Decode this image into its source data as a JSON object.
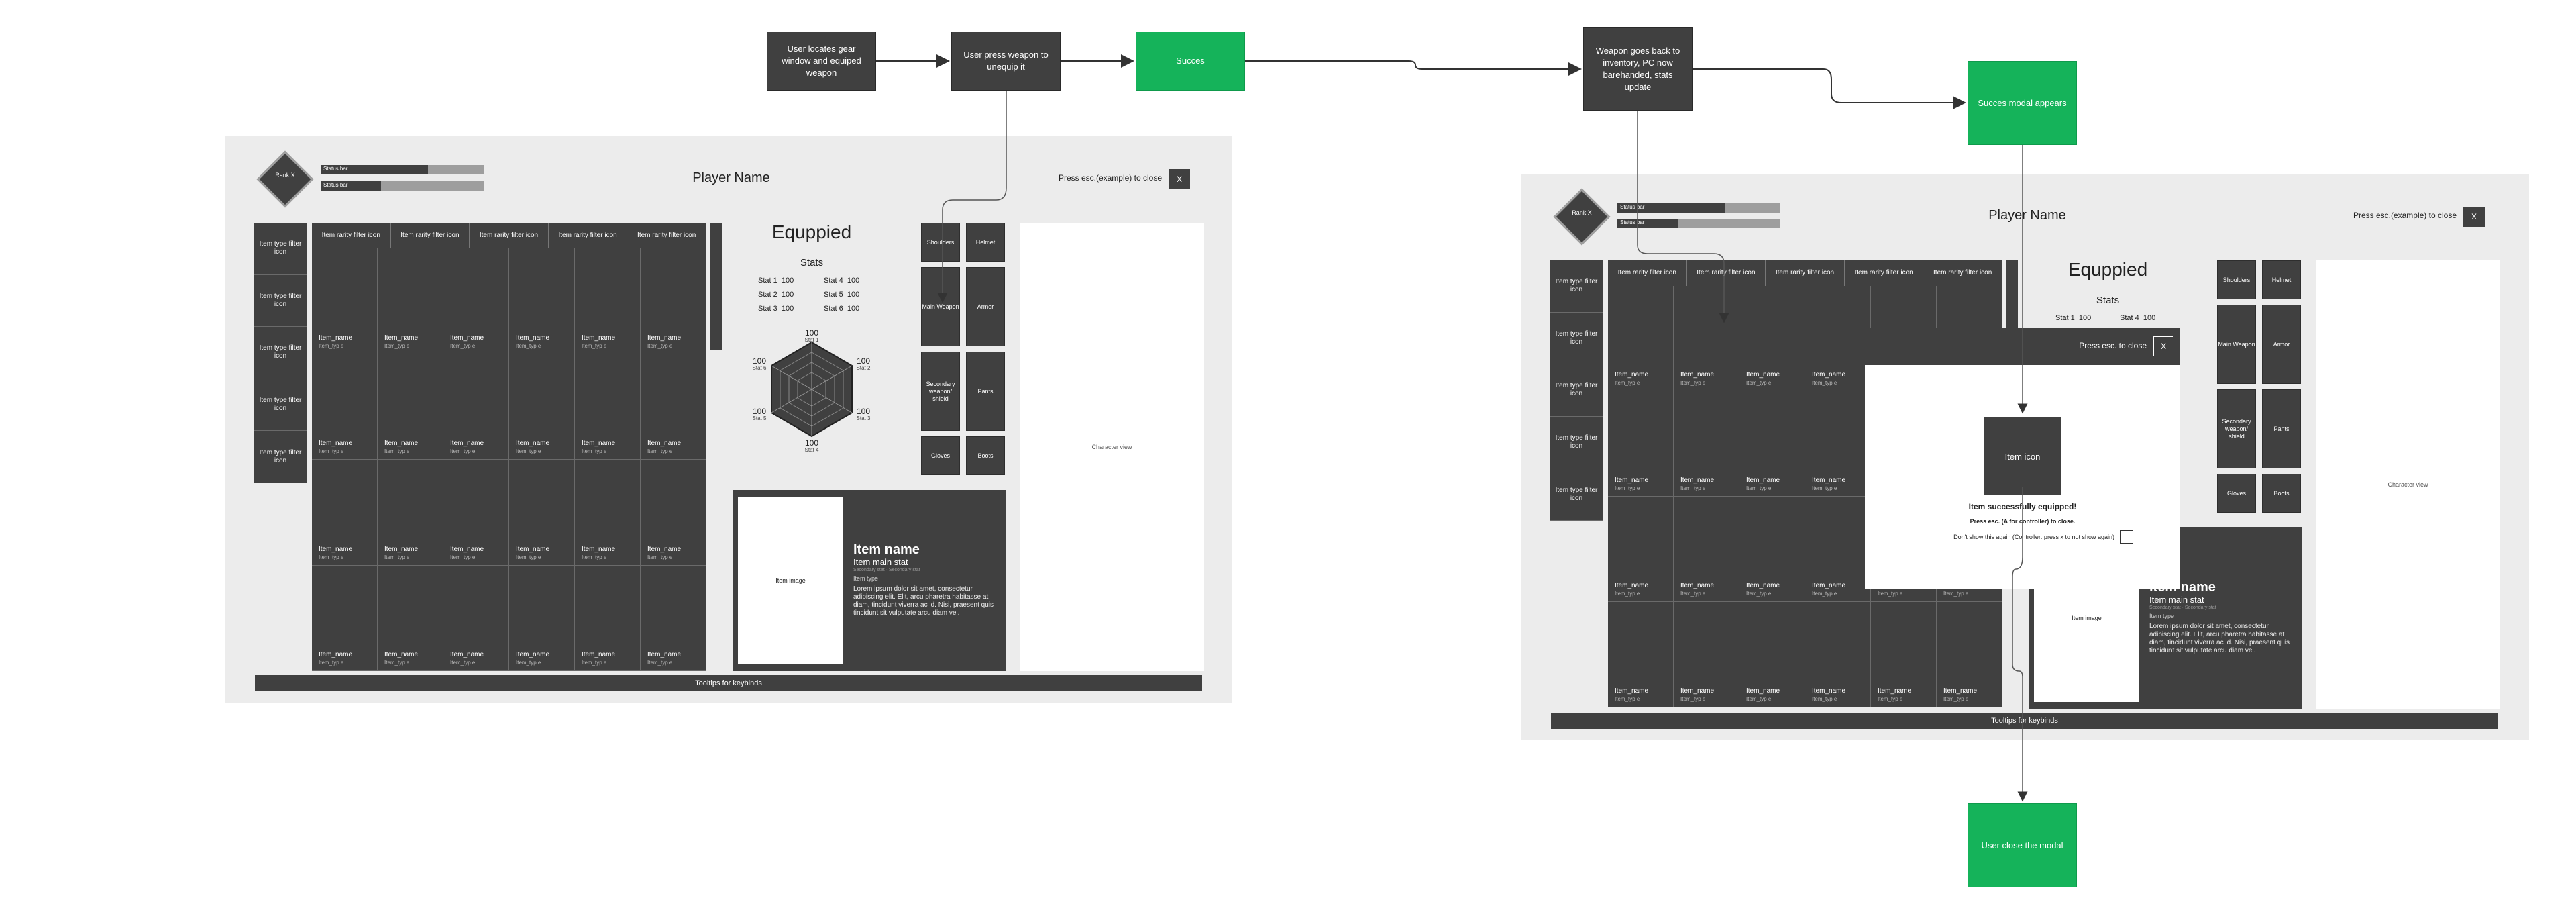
{
  "flow": {
    "step1": "User locates gear window and equiped weapon",
    "step2": "User press weapon to unequip it",
    "step3": "Succes",
    "step4": "Weapon goes back to inventory, PC now barehanded, stats update",
    "step5": "Succes modal appears",
    "step6": "User close the modal"
  },
  "left_screen": {
    "avatar_label": "Rank X",
    "status_bar_1": "Status bar",
    "status_bar_2": "Status bar",
    "player_name": "Player Name",
    "close_hint": "Press esc.(example) to close",
    "close_label": "X",
    "tabs": [
      "Item rarity filter icon",
      "Item rarity filter icon",
      "Item rarity filter icon",
      "Item rarity filter icon",
      "Item rarity filter icon"
    ],
    "filters": [
      "Item type filter icon",
      "Item type filter icon",
      "Item type filter icon",
      "Item type filter icon",
      "Item type filter icon"
    ],
    "item_name": "Item_name",
    "item_type": "Item_typ e",
    "equipped_title": "Equppied",
    "stats_title": "Stats",
    "stats": [
      {
        "label": "Stat 1",
        "value": "100"
      },
      {
        "label": "Stat 2",
        "value": "100"
      },
      {
        "label": "Stat 3",
        "value": "100"
      },
      {
        "label": "Stat 4",
        "value": "100"
      },
      {
        "label": "Stat 5",
        "value": "100"
      },
      {
        "label": "Stat 6",
        "value": "100"
      }
    ],
    "gear_slots": [
      "Shoulders",
      "Helmet",
      "Main Weapon",
      "Armor",
      "Secondary weapon/ shield",
      "Pants",
      "Gloves",
      "Boots"
    ],
    "character_view": "Character view",
    "item_image": "Item image",
    "card_item_name": "Item name",
    "card_main_stat": "Item main stat",
    "card_sub": "Secondary stat · Secondary stat",
    "card_type": "Item type",
    "card_desc": "Lorem ipsum dolor sit amet, consectetur adipiscing elit. Elit, arcu pharetra habitasse at diam, tincidunt viverra ac id. Nisi, praesent quis tincidunt sit vulputate arcu diam vel.",
    "tooltips": "Tooltips for keybinds"
  },
  "right_screen": {
    "avatar_label": "Rank X",
    "status_bar_1": "Status bar",
    "status_bar_2": "Status bar",
    "player_name": "Player Name",
    "close_hint": "Press esc.(example) to close",
    "close_label": "X",
    "tabs": [
      "Item rarity filter icon",
      "Item rarity filter icon",
      "Item rarity filter icon",
      "Item rarity filter icon",
      "Item rarity filter icon"
    ],
    "filters": [
      "Item type filter icon",
      "Item type filter icon",
      "Item type filter icon",
      "Item type filter icon",
      "Item type filter icon"
    ],
    "item_name": "Item_name",
    "item_type": "Item_typ e",
    "equipped_title": "Equppied",
    "stats_title": "Stats",
    "stat_left": {
      "label": "Stat 1",
      "value": "100"
    },
    "stat_right": {
      "label": "Stat 4",
      "value": "100"
    },
    "gear_slots": [
      "Shoulders",
      "Helmet",
      "Main Weapon",
      "Armor",
      "Secondary weapon/ shield",
      "Pants",
      "Gloves",
      "Boots"
    ],
    "character_view": "Character view",
    "item_image": "Item image",
    "card_item_name": "Item name",
    "card_main_stat": "Item main stat",
    "card_sub": "Secondary stat · Secondary stat",
    "card_type": "Item type",
    "card_desc": "Lorem ipsum dolor sit amet, consectetur adipiscing elit. Elit, arcu pharetra habitasse at diam, tincidunt viverra ac id. Nisi, praesent quis tincidunt sit vulputate arcu diam vel.",
    "tooltips": "Tooltips for keybinds"
  },
  "modal": {
    "close_hint": "Press esc. to close",
    "close_label": "X",
    "item_icon": "Item icon",
    "title": "Item successfully equipped!",
    "subtitle": "Press esc. (A for controller) to close.",
    "checkbox_label": "Don't show this again (Controller: press x to not show again)"
  },
  "colors": {
    "dark": "#404040",
    "panel": "#ececec",
    "green": "#15b35a"
  }
}
